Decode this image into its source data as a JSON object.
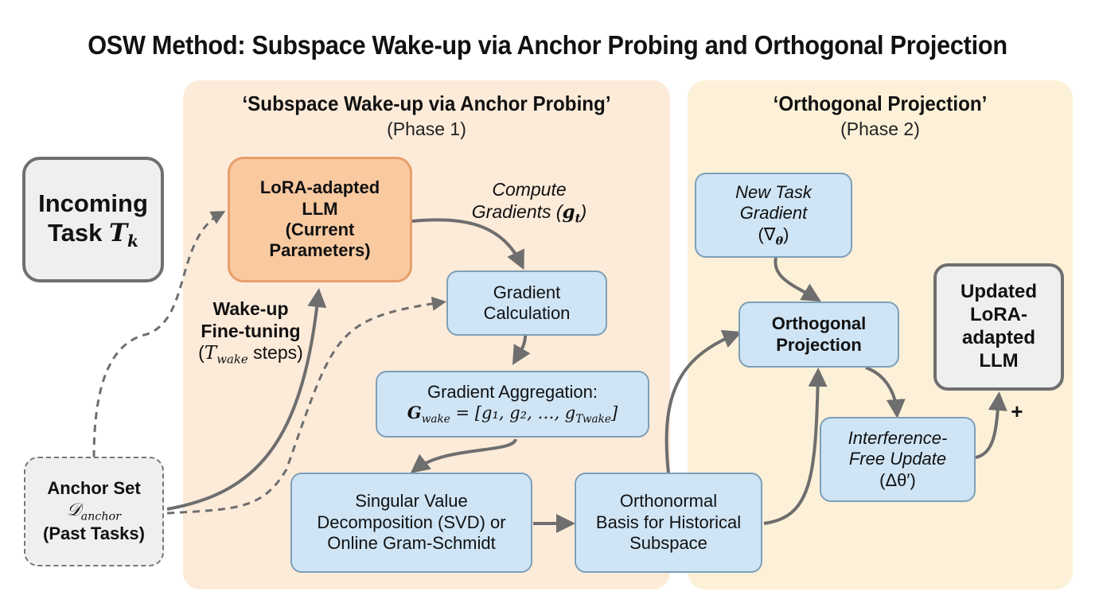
{
  "title": "OSW Method: Subspace Wake-up via Anchor Probing and Orthogonal Projection",
  "phase1": {
    "title": "‘Subspace Wake-up via Anchor Probing’",
    "subtitle": "(Phase 1)"
  },
  "phase2": {
    "title": "‘Orthogonal Projection’",
    "subtitle": "(Phase 2)"
  },
  "nodes": {
    "incoming_task": {
      "line1": "Incoming",
      "line2": "Task",
      "math": "T",
      "sub": "k"
    },
    "anchor_set": {
      "line1": "Anchor Set",
      "math": "𝒟",
      "sub": "anchor",
      "line3": "(Past Tasks)"
    },
    "lora_llm": {
      "line1": "LoRA-adapted",
      "line2": "LLM",
      "line3": "(Current",
      "line4": "Parameters)"
    },
    "gradient_calc": {
      "line1": "Gradient",
      "line2": "Calculation"
    },
    "gradient_agg": {
      "line1": "Gradient Aggregation:",
      "formula": "G",
      "formula_sub": "wake",
      "formula_rest": " = [g₁, g₂, …, g",
      "formula_end_sub": "Twake",
      "formula_close": "]"
    },
    "svd": {
      "line1": "Singular Value",
      "line2": "Decomposition (SVD) or",
      "line3": "Online Gram-Schmidt"
    },
    "orthonormal_basis": {
      "line1": "Orthonormal",
      "line2": "Basis for Historical",
      "line3": "Subspace"
    },
    "new_task_gradient": {
      "line1": "New Task",
      "line2": "Gradient",
      "line3": "(∇",
      "sub": "θ",
      "close": ")"
    },
    "orthogonal_projection": {
      "line1": "Orthogonal",
      "line2": "Projection"
    },
    "interference_free": {
      "line1": "Interference-",
      "line2": "Free Update",
      "line3": "(Δθ′)"
    },
    "updated_llm": {
      "line1": "Updated",
      "line2": "LoRA-",
      "line3": "adapted",
      "line4": "LLM"
    }
  },
  "labels": {
    "compute_gradients": {
      "line1": "Compute",
      "line2": "Gradients (",
      "math": "g",
      "sub": "t",
      "close": ")"
    },
    "wake_up": {
      "line1": "Wake-up",
      "line2": "Fine-tuning",
      "line3_open": "(",
      "math": "T",
      "sub": "wake",
      "line3_rest": " steps)"
    },
    "plus": "+"
  },
  "colors": {
    "phase1_bg": "#fdebd9",
    "phase2_bg": "#fcf1d8",
    "blue_box": "#cfe5f6",
    "orange_box": "#f9c9a0",
    "gray_box": "#efefef",
    "arrow": "#6e6e6e"
  }
}
